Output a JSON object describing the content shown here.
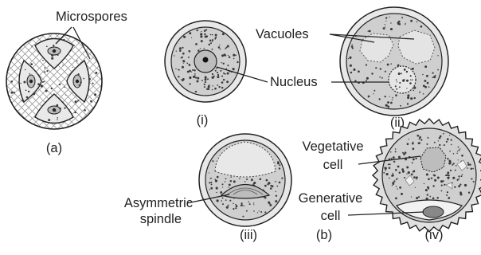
{
  "labels": {
    "microspores": "Microspores",
    "vacuoles": "Vacuoles",
    "nucleus": "Nucleus",
    "asymmetric": "Asymmetric",
    "spindle": "spindle",
    "vegetative": "Vegetative",
    "cell_veg": "cell",
    "generative": "Generative",
    "cell_gen": "cell"
  },
  "captions": {
    "a": "(a)",
    "i": "(i)",
    "ii": "(ii)",
    "iii": "(iii)",
    "b": "(b)",
    "iv": "(iv)"
  },
  "colors": {
    "ink": "#222222",
    "wall_fill": "#e8e8e8",
    "cytoplasm": "#c9c9c9",
    "vacuole": "#e4e4e4",
    "crosshatch": "#9a9a9a"
  }
}
